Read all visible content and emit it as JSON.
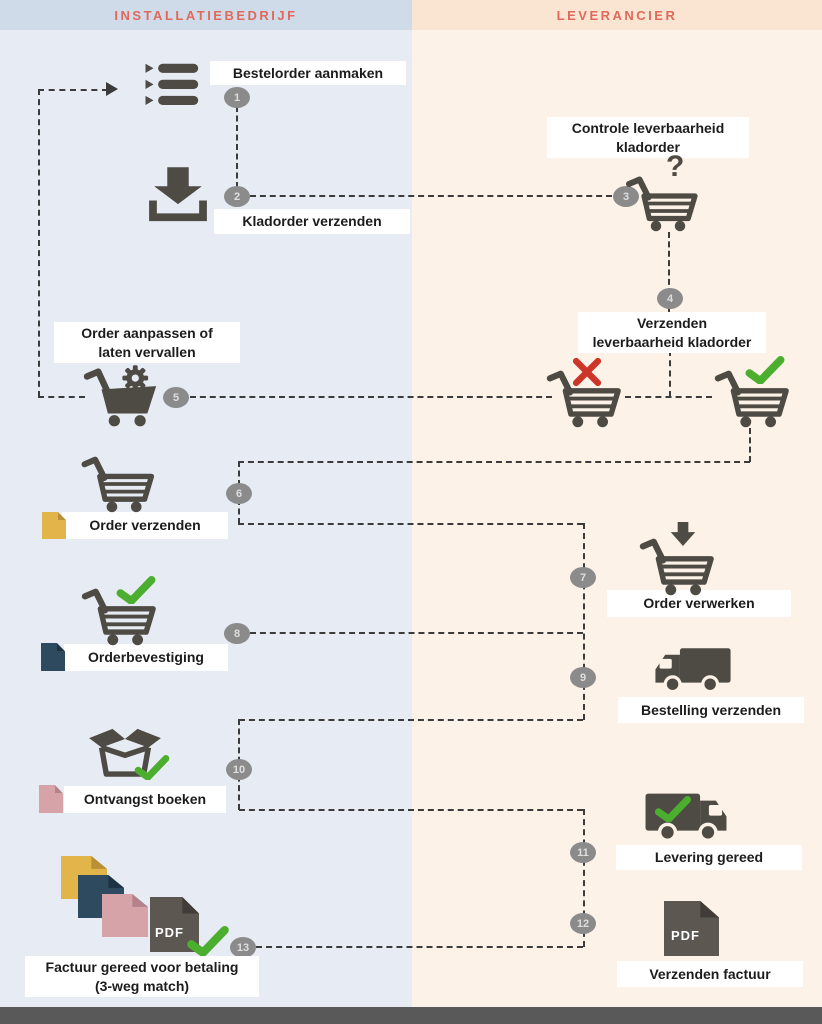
{
  "columns": {
    "left_title": "INSTALLATIEBEDRIJF",
    "right_title": "LEVERANCIER"
  },
  "steps": [
    "1",
    "2",
    "3",
    "4",
    "5",
    "6",
    "7",
    "8",
    "9",
    "10",
    "11",
    "12",
    "13"
  ],
  "labels": {
    "bestelorder_aanmaken": "Bestelorder aanmaken",
    "kladorder_verzenden": "Kladorder verzenden",
    "controle_line1": "Controle leverbaarheid",
    "controle_line2": "kladorder",
    "verzenden_lev_line1": "Verzenden",
    "verzenden_lev_line2": "leverbaarheid kladorder",
    "order_aanpassen_line1": "Order aanpassen of",
    "order_aanpassen_line2": "laten vervallen",
    "order_verzenden": "Order verzenden",
    "order_verwerken": "Order verwerken",
    "orderbevestiging": "Orderbevestiging",
    "bestelling_verzenden": "Bestelling verzenden",
    "ontvangst_boeken": "Ontvangst boeken",
    "levering_gereed": "Levering gereed",
    "factuur_line1": "Factuur gereed voor betaling",
    "factuur_line2": "(3-weg match)",
    "verzenden_factuur": "Verzenden factuur"
  },
  "icon_text": {
    "question_mark": "?",
    "pdf": "PDF"
  },
  "colors": {
    "header_text": "#e0695c",
    "left_header_bg": "#cfdbe9",
    "left_body_bg": "#e7ecf4",
    "right_header_bg": "#f9e5d1",
    "right_body_bg": "#fdf2e7",
    "icon_dark": "#4e4a44",
    "connector": "#3b3b3b",
    "step_circle": "#8b8b8b",
    "success_green": "#4cae2f",
    "error_red": "#cc3527",
    "doc_yellow": "#e2b54b",
    "doc_navy": "#2e4a5f",
    "doc_pink": "#d5a3a8",
    "doc_pdf_gray": "#5d5751",
    "bottom_bar": "#595959"
  }
}
